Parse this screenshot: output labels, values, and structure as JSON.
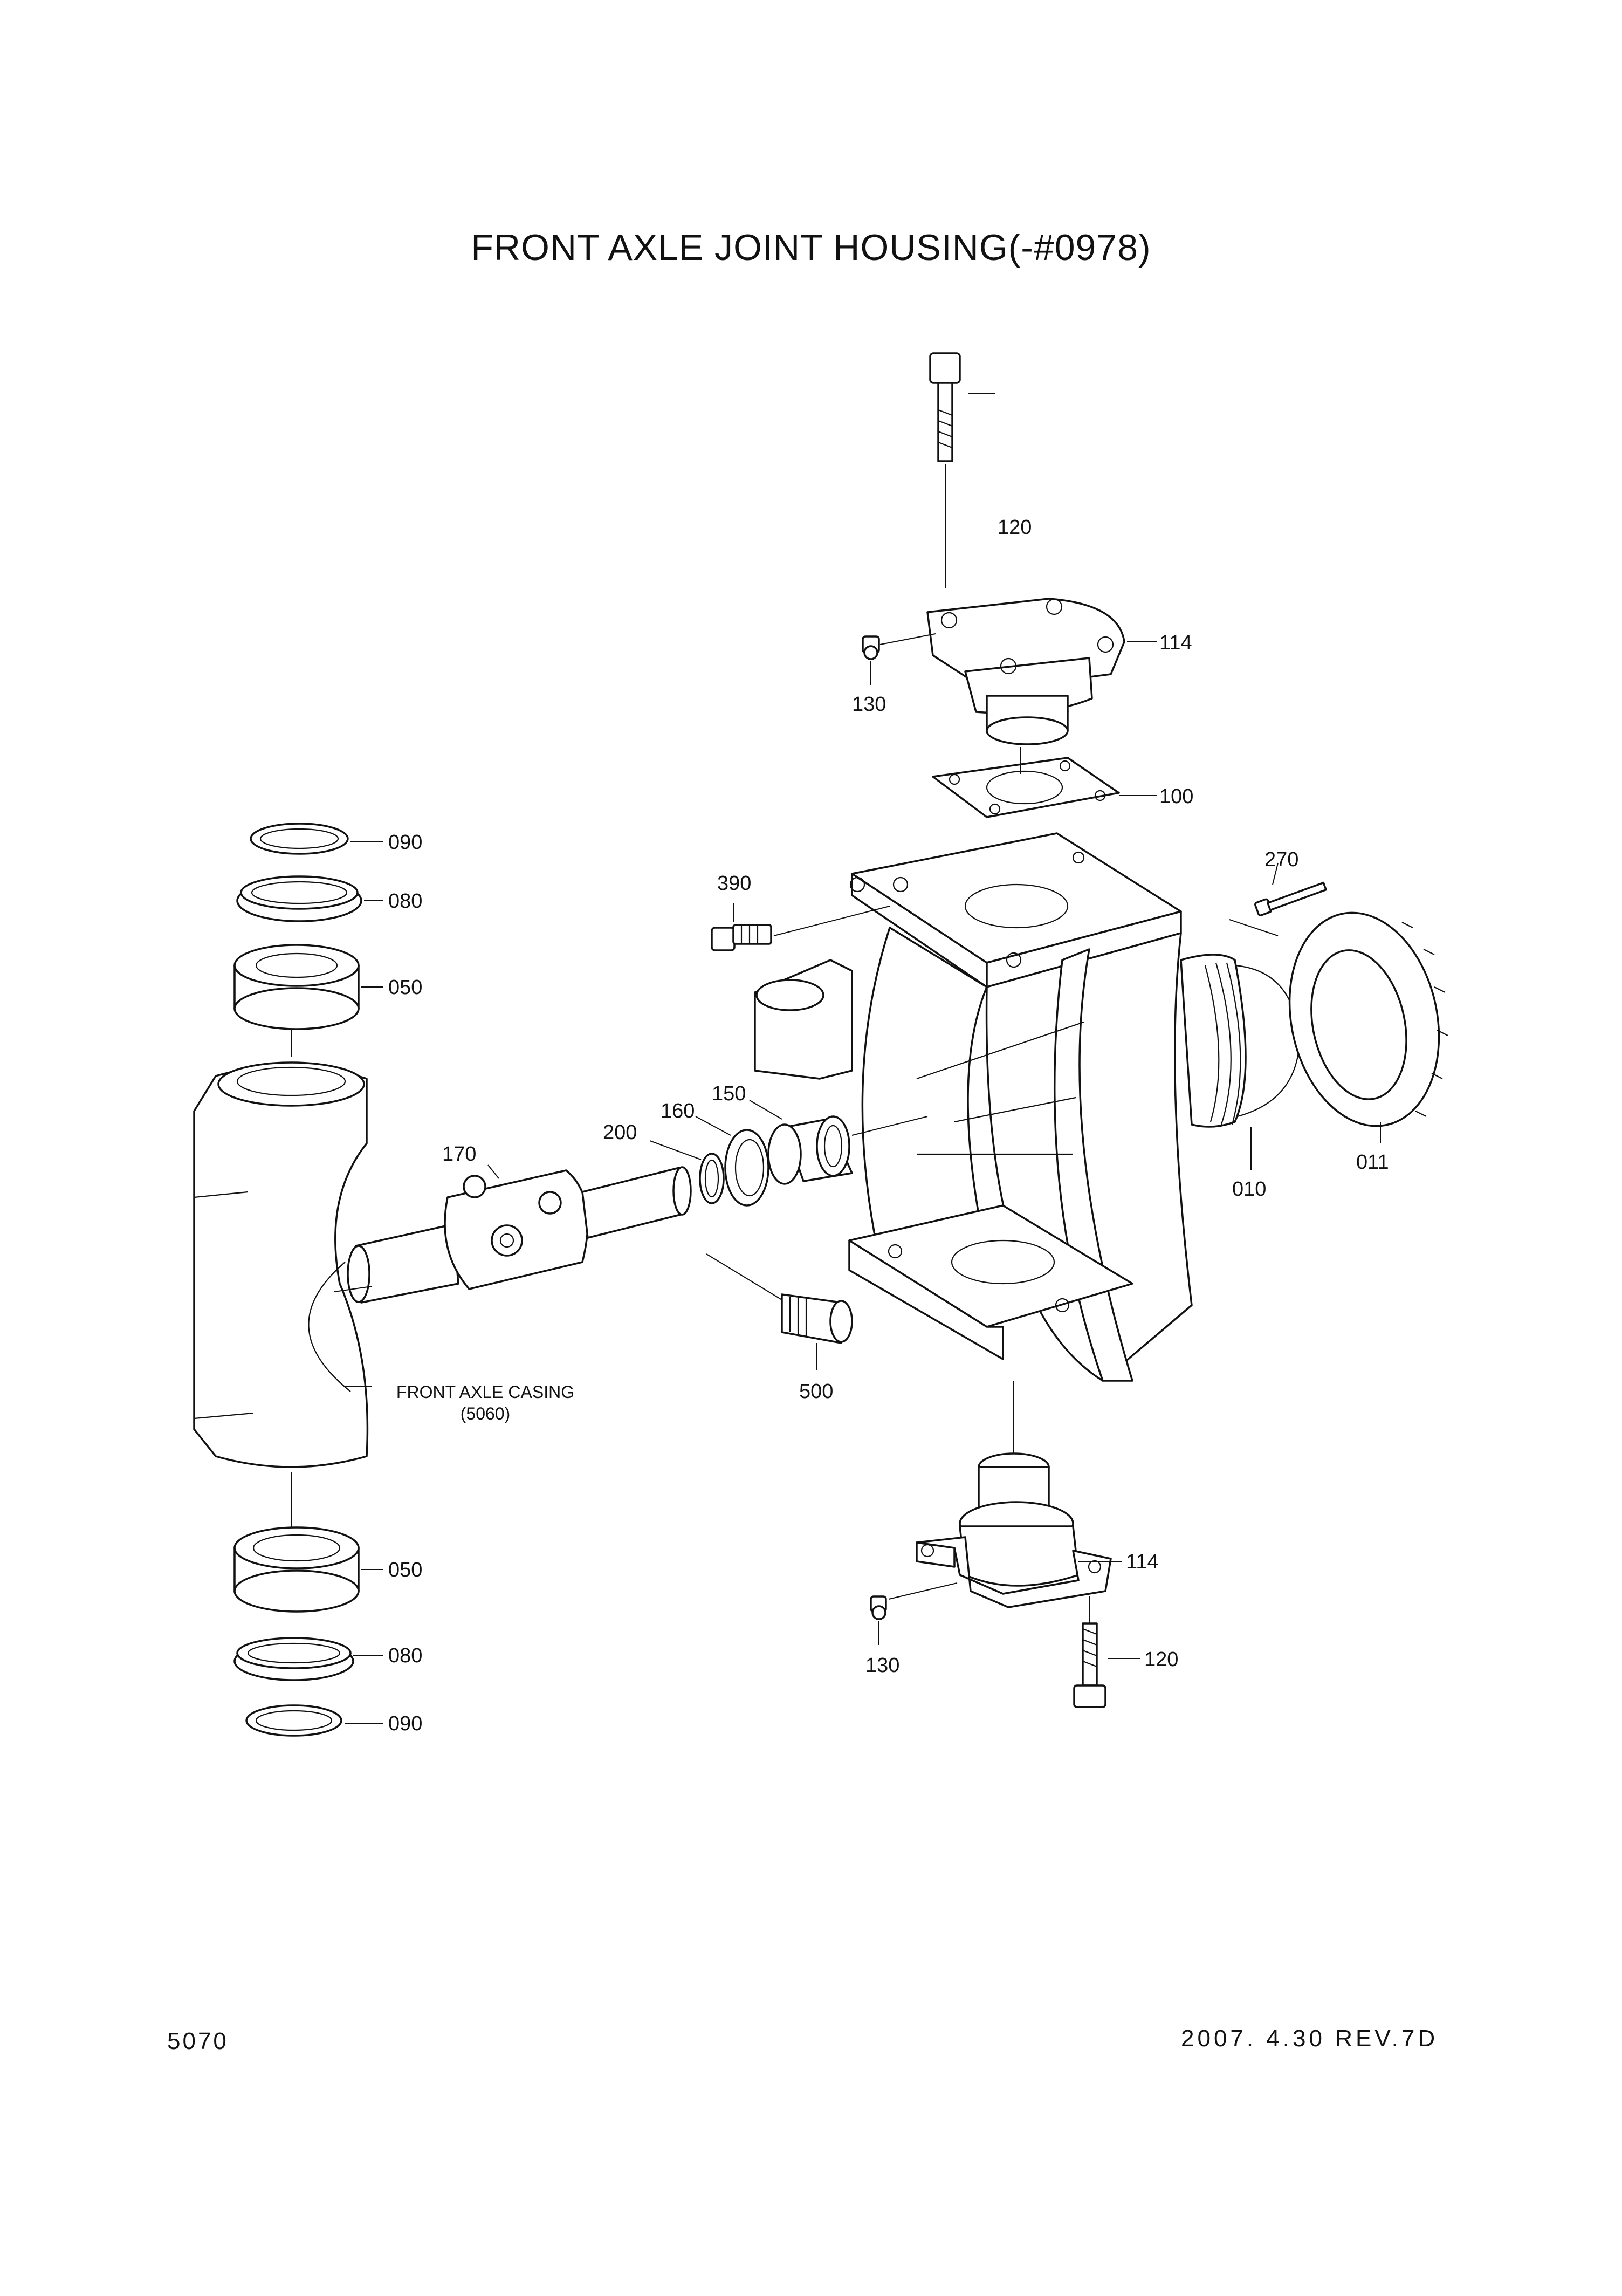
{
  "title": "FRONT AXLE JOINT HOUSING(-#0978)",
  "footer": {
    "page_code": "5070",
    "revision": "2007. 4.30  REV.7D"
  },
  "callouts": {
    "c120_top": "120",
    "c114_top": "114",
    "c130_top": "130",
    "c100": "100",
    "c270": "270",
    "c390": "390",
    "c090_top": "090",
    "c080_top": "080",
    "c050_top": "050",
    "c150": "150",
    "c160": "160",
    "c200": "200",
    "c170": "170",
    "c010": "010",
    "c011": "011",
    "c500": "500",
    "c114_bottom": "114",
    "c130_bottom": "130",
    "c120_bottom": "120",
    "c050_bottom": "050",
    "c080_bottom": "080",
    "c090_bottom": "090"
  },
  "casing_note": {
    "line1": "FRONT AXLE CASING",
    "line2": "(5060)"
  }
}
